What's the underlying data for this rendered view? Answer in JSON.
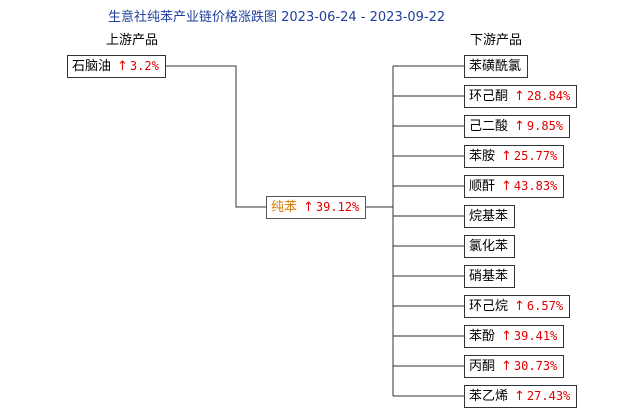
{
  "header": {
    "title": "生意社纯苯产业链价格涨跌图 2023-06-24 - 2023-09-22",
    "upstream_label": "上游产品",
    "downstream_label": "下游产品"
  },
  "upstream": [
    {
      "name": "石脑油",
      "change": "3.2%",
      "direction": "up"
    }
  ],
  "center": {
    "name": "纯苯",
    "change": "39.12%",
    "direction": "up"
  },
  "downstream": [
    {
      "name": "苯磺酰氯",
      "change": "",
      "direction": ""
    },
    {
      "name": "环己酮",
      "change": "28.84%",
      "direction": "up"
    },
    {
      "name": "己二酸",
      "change": "9.85%",
      "direction": "up"
    },
    {
      "name": "苯胺",
      "change": "25.77%",
      "direction": "up"
    },
    {
      "name": "顺酐",
      "change": "43.83%",
      "direction": "up"
    },
    {
      "name": "烷基苯",
      "change": "",
      "direction": ""
    },
    {
      "name": "氯化苯",
      "change": "",
      "direction": ""
    },
    {
      "name": "硝基苯",
      "change": "",
      "direction": ""
    },
    {
      "name": "环己烷",
      "change": "6.57%",
      "direction": "up"
    },
    {
      "name": "苯酚",
      "change": "39.41%",
      "direction": "up"
    },
    {
      "name": "丙酮",
      "change": "30.73%",
      "direction": "up"
    },
    {
      "name": "苯乙烯",
      "change": "27.43%",
      "direction": "up"
    }
  ],
  "colors": {
    "title": "#1f3f9f",
    "up": "#e00000",
    "center": "#d87b00",
    "line": "#333333"
  }
}
